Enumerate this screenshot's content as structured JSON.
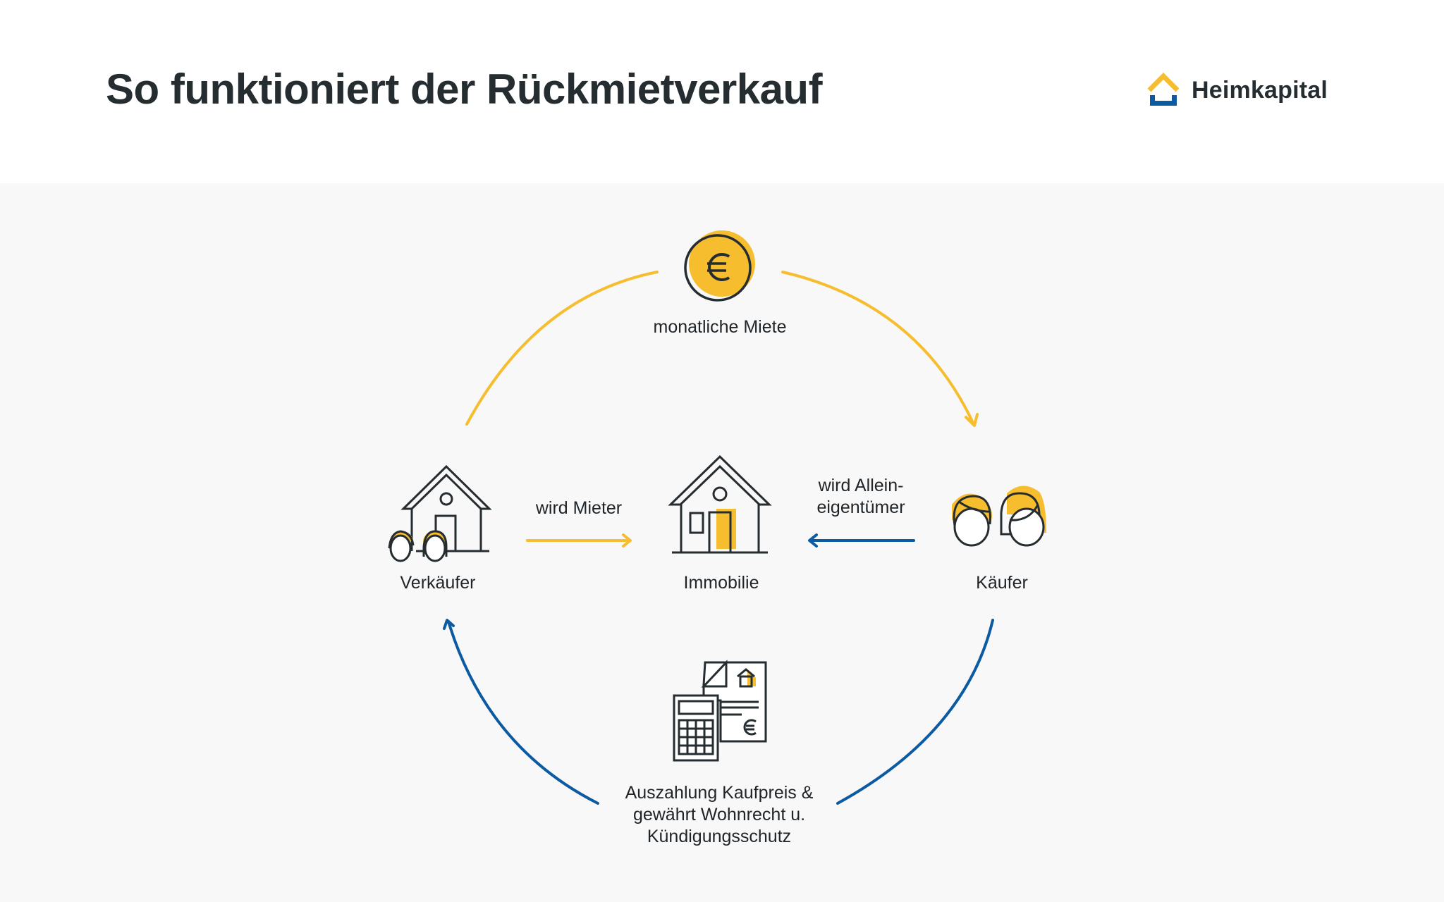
{
  "header": {
    "title": "So funktioniert der Rückmietverkauf",
    "logo_text": "Heimkapital"
  },
  "colors": {
    "yellow": "#f6bd2f",
    "blue": "#0b5aa2",
    "dark": "#262d31",
    "panel_bg": "#f8f8f8"
  },
  "nodes": {
    "seller": {
      "label": "Verkäufer",
      "icon": "house-with-couple-icon"
    },
    "property": {
      "label": "Immobilie",
      "icon": "house-icon"
    },
    "buyer": {
      "label": "Käufer",
      "icon": "couple-icon"
    },
    "rent": {
      "label": "monatliche Miete",
      "icon": "euro-coin-icon"
    },
    "payout": {
      "label_lines": [
        "Auszahlung Kaufpreis &",
        "gewährt Wohnrecht u.",
        "Kündigungsschutz"
      ],
      "icon": "calculator-contract-icon"
    }
  },
  "edges": {
    "seller_to_property": {
      "label": "wird Mieter",
      "color": "yellow"
    },
    "buyer_to_property": {
      "label_lines": [
        "wird Allein-",
        "eigentümer"
      ],
      "color": "blue"
    },
    "seller_to_buyer_rent": {
      "color": "yellow"
    },
    "buyer_to_seller_payout": {
      "color": "blue"
    }
  }
}
